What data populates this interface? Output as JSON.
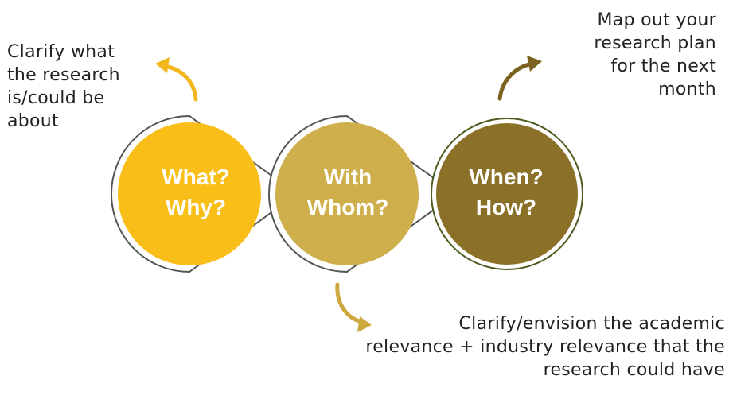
{
  "circles": [
    {
      "line1": "What?",
      "line2": "Why?",
      "fill": "#F9BE17"
    },
    {
      "line1": "With",
      "line2": "Whom?",
      "fill": "#CFAF4B"
    },
    {
      "line1": "When?",
      "line2": "How?",
      "fill": "#8B7128"
    }
  ],
  "notes": {
    "what": [
      "Clarify what",
      "the research",
      "is/could be",
      "about"
    ],
    "when": [
      "Map out your",
      "research plan",
      "for the next",
      "month"
    ],
    "whom": [
      "Clarify/envision the academic",
      "relevance + industry relevance that the",
      "research could have"
    ]
  },
  "colors": {
    "arrow_what": "#F1B71C",
    "arrow_when": "#7C6420",
    "arrow_whom": "#CDA93F",
    "outline": "#555555",
    "ring_when": "#4F5A1E"
  }
}
